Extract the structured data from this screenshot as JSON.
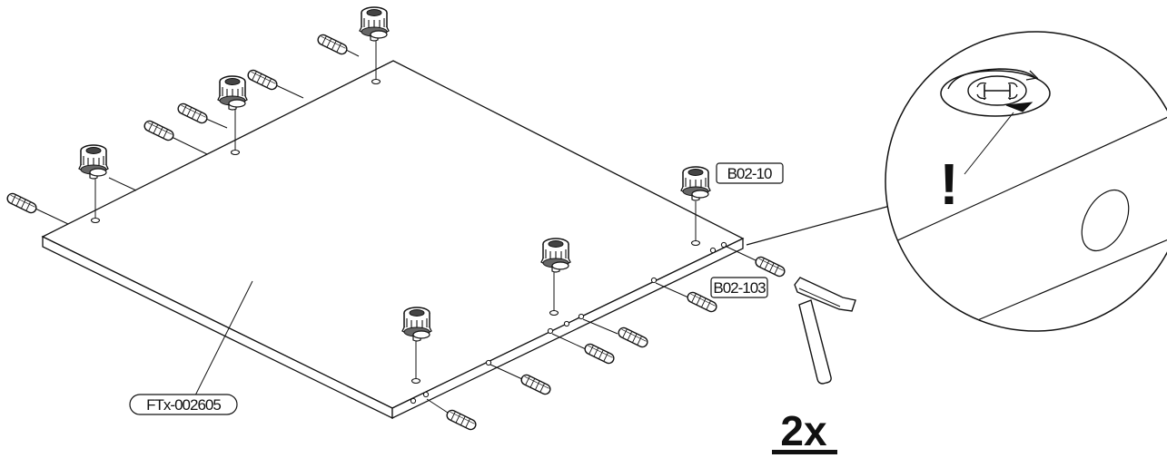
{
  "labels": {
    "panel": "FTx-002605",
    "cam_lock": "B02-10",
    "dowel": "B02-103",
    "quantity": "2x",
    "warning": "!"
  },
  "icons": {
    "dowel": "wooden-dowel-icon",
    "cam_lock": "cam-lock-icon",
    "hammer": "hammer-icon",
    "detail": "detail-magnifier-icon"
  },
  "colors": {
    "line": "#111111",
    "background": "#ffffff"
  }
}
